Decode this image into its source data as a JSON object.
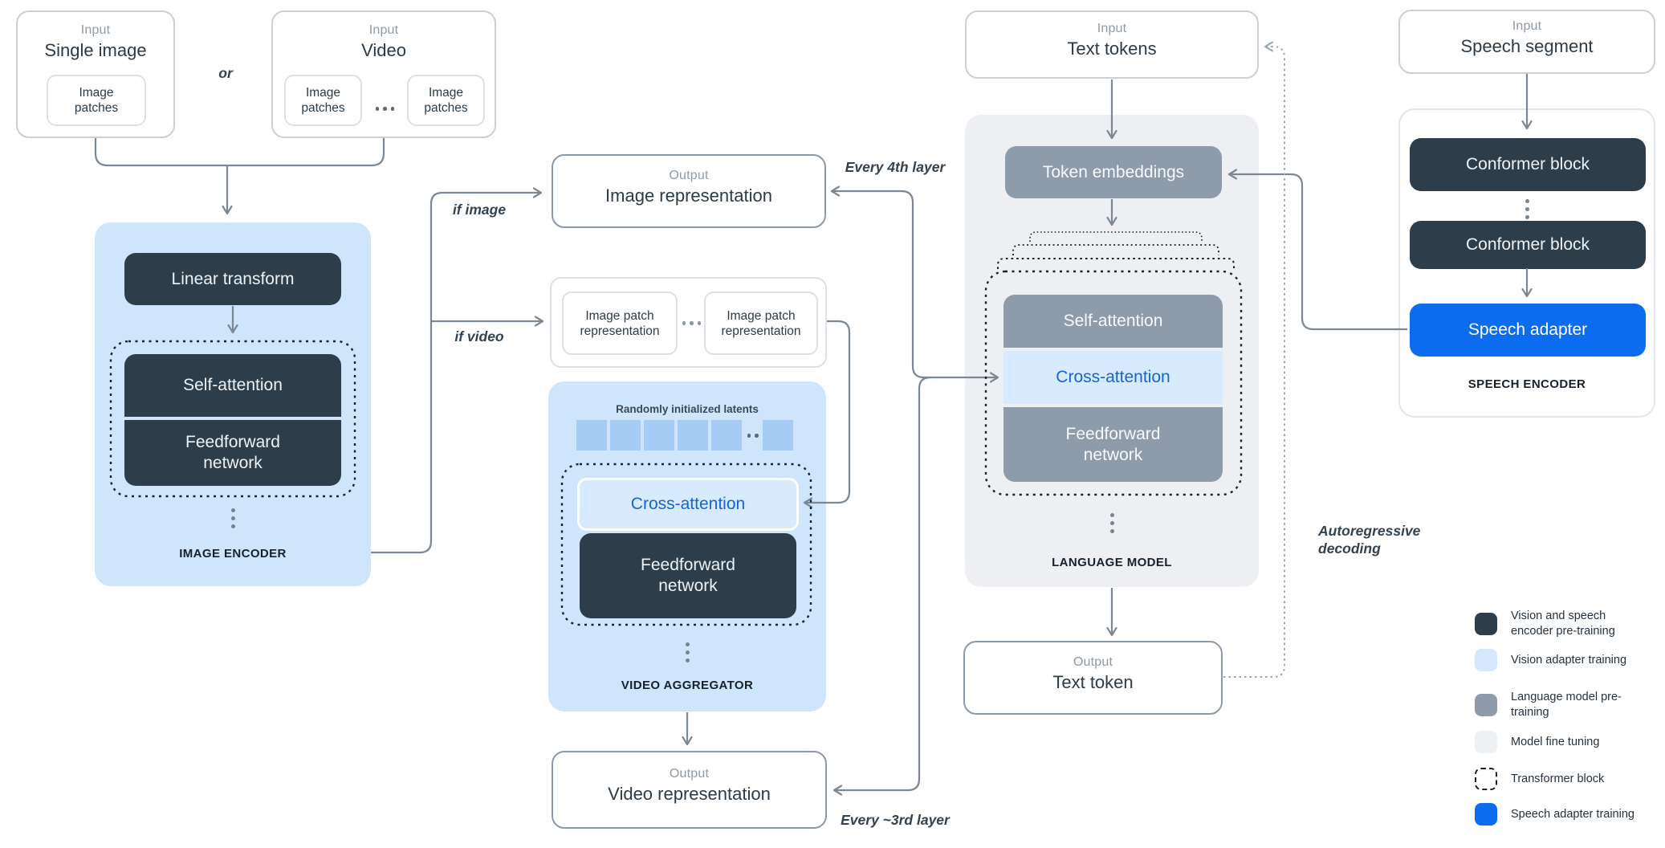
{
  "inputs": {
    "single_image": {
      "kicker": "Input",
      "title": "Single image",
      "patch": "Image patches"
    },
    "or_label": "or",
    "video": {
      "kicker": "Input",
      "title": "Video",
      "patch1": "Image patches",
      "patch2": "Image patches"
    },
    "text_tokens": {
      "kicker": "Input",
      "title": "Text tokens"
    },
    "speech_segment": {
      "kicker": "Input",
      "title": "Speech segment"
    }
  },
  "image_encoder": {
    "linear_transform": "Linear transform",
    "self_attention": "Self-attention",
    "feedforward": "Feedforward network",
    "label": "IMAGE ENCODER"
  },
  "patch_representations": {
    "box1": "Image patch representation",
    "box2": "Image patch representation"
  },
  "video_aggregator": {
    "latents_label": "Randomly initialized latents",
    "cross_attention": "Cross-attention",
    "feedforward": "Feedforward network",
    "label": "VIDEO AGGREGATOR"
  },
  "language_model": {
    "token_embeddings": "Token embeddings",
    "self_attention": "Self-attention",
    "cross_attention": "Cross-attention",
    "feedforward": "Feedforward network",
    "label": "LANGUAGE MODEL"
  },
  "speech_encoder": {
    "conformer_block_1": "Conformer block",
    "conformer_block_2": "Conformer block",
    "speech_adapter": "Speech adapter",
    "label": "SPEECH ENCODER"
  },
  "outputs": {
    "image_representation": {
      "kicker": "Output",
      "title": "Image representation"
    },
    "video_representation": {
      "kicker": "Output",
      "title": "Video representation"
    },
    "text_token": {
      "kicker": "Output",
      "title": "Text token"
    }
  },
  "edge_labels": {
    "if_image": "if image",
    "if_video": "if video",
    "every_4th_layer": "Every 4th layer",
    "every_3rd_layer": "Every ~3rd layer",
    "autoregressive_decoding": "Autoregressive decoding"
  },
  "legend": {
    "items": [
      {
        "swatch": "dark",
        "label": "Vision and speech encoder pre-training"
      },
      {
        "swatch": "lightblue",
        "label": "Vision adapter training"
      },
      {
        "swatch": "gray",
        "label": "Language model pre-training"
      },
      {
        "swatch": "faint",
        "label": "Model fine tuning"
      },
      {
        "swatch": "dashed",
        "label": "Transformer block"
      },
      {
        "swatch": "blue",
        "label": "Speech adapter training"
      }
    ]
  },
  "colors": {
    "dark_block": "#2d3e4a",
    "light_blue_container": "#cfe5fc",
    "latent_blue": "#a6ccf5",
    "gray_block": "#8e9baa",
    "fine_tune_gray": "#edeff3",
    "speech_blue": "#0b6cf0",
    "cross_attention_text": "#1465d8",
    "connector_gray": "#7b8894"
  }
}
